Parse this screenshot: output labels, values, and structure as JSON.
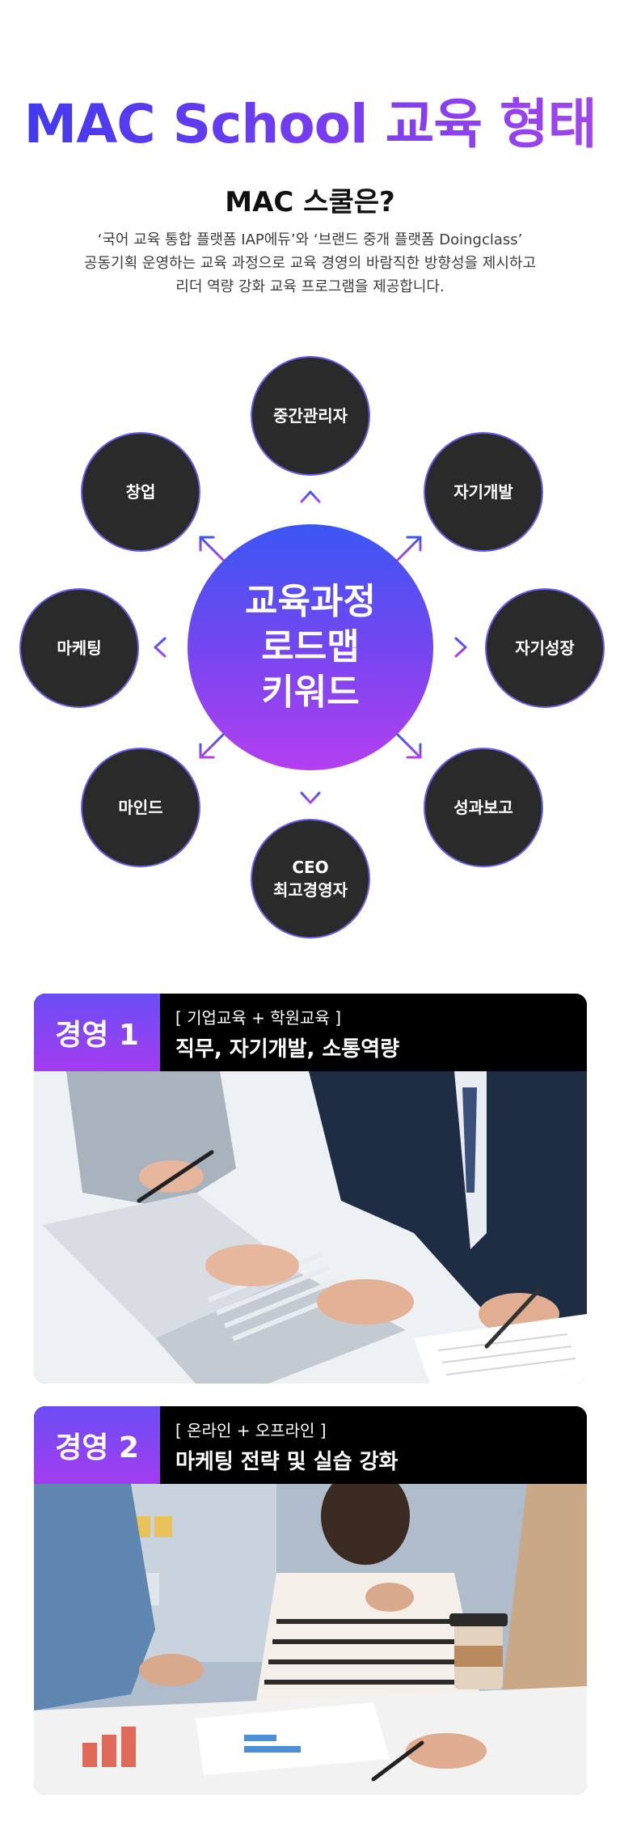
{
  "title": "MAC School 교육 형태",
  "subtitle": "MAC 스쿨은?",
  "intro_lines": [
    "‘국어 교육 통합 플랫폼 IAP에듀’와 ‘브랜드 중개 플랫폼 Doingclass’",
    "공동기획 운영하는 교육 과정으로 교육 경영의 바람직한 방향성을 제시하고",
    "리더 역량 강화 교육 프로그램을 제공합니다."
  ],
  "diagram": {
    "center_lines": [
      "교육과정",
      "로드맵",
      "키워드"
    ],
    "nodes": {
      "top": "중간관리자",
      "top_right": "자기개발",
      "right": "자기성장",
      "bottom_right": "성과보고",
      "bottom_line1": "CEO",
      "bottom_line2": "최고경영자",
      "bottom_left": "마인드",
      "left": "마케팅",
      "top_left": "창업"
    }
  },
  "cards": [
    {
      "number": "경영 1",
      "tag": "[ 기업교육 + 학원교육 ]",
      "headline": "직무, 자기개발, 소통역량"
    },
    {
      "number": "경영 2",
      "tag": "[ 온라인 + 오프라인 ]",
      "headline": "마케팅 전략 및 실습 강화"
    }
  ],
  "colors": {
    "accent_blue": "#3a56f3",
    "accent_purple": "#a43cf0",
    "node_fill": "#2a2a2a",
    "card_header": "#000000"
  }
}
